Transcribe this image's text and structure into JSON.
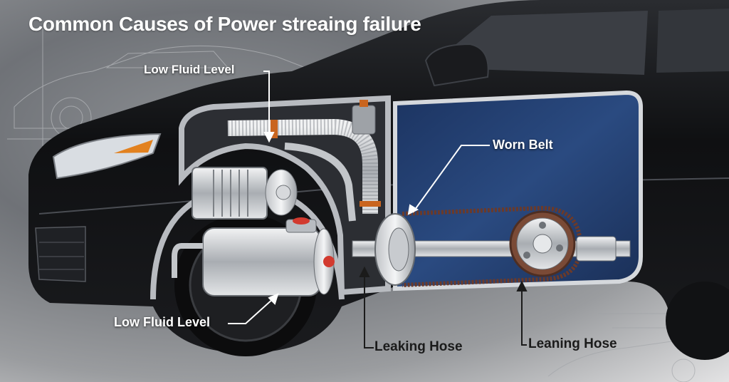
{
  "title": "Common Causes of Power streaing failure",
  "labels": {
    "low_fluid_top": "Low Fluid Level",
    "worn_belt": "Worn Belt",
    "low_fluid_bottom": "Low Fluid Level",
    "leaking_hose": "Leaking Hose",
    "leaning_hose": "Leaning Hose"
  },
  "colors": {
    "car_body": "#0e0f11",
    "cutaway_panel": "#233e6a",
    "belt": "#6b3a2a",
    "metal": "#c9ccd0",
    "accent_orange": "#c9651f"
  }
}
